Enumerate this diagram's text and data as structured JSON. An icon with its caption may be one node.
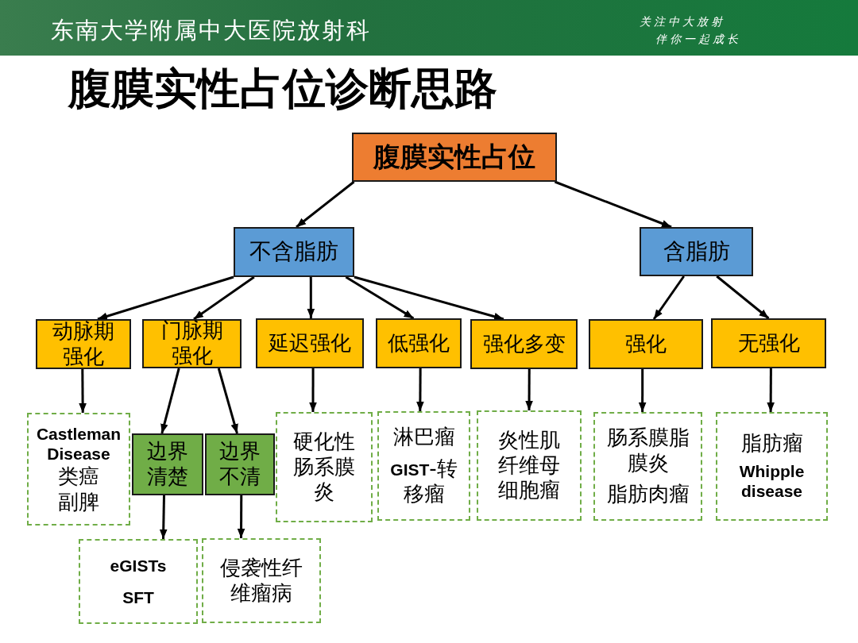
{
  "diagram": {
    "title": "腹膜实性占位诊断思路",
    "nodes": [
      {
        "text": [
          "腹膜实性占位"
        ]
      },
      {
        "text": [
          "不含脂肪"
        ]
      },
      {
        "text": [
          "含脂肪"
        ]
      },
      {
        "text": [
          "动脉期强化"
        ]
      },
      {
        "text": [
          "门脉期强化"
        ]
      },
      {
        "text": [
          "延迟强化"
        ]
      },
      {
        "text": [
          "低强化"
        ]
      },
      {
        "text": [
          "强化多变"
        ]
      },
      {
        "text": [
          "强化"
        ]
      },
      {
        "text": [
          "无强化"
        ]
      },
      {
        "text": [
          "Castleman Disease",
          "类癌",
          "副脾"
        ]
      },
      {
        "text": [
          "边界清楚"
        ]
      },
      {
        "text": [
          "边界不清"
        ]
      },
      {
        "text": [
          "硬化性肠系膜炎"
        ]
      },
      {
        "text": [
          "淋巴瘤",
          "**GIST**-转移瘤"
        ]
      },
      {
        "text": [
          "炎性肌纤维母细胞瘤"
        ]
      },
      {
        "text": [
          "肠系膜脂膜炎",
          "脂肪肉瘤"
        ]
      },
      {
        "text": [
          "脂肪瘤",
          "Whipple disease"
        ]
      },
      {
        "text": [
          "eGISTs",
          "SFT"
        ]
      },
      {
        "text": [
          "侵袭性纤维瘤病"
        ]
      }
    ],
    "edges": [
      {
        "from": 0,
        "to": 1,
        "arrow": "to"
      },
      {
        "from": 0,
        "to": 2,
        "arrow": "to"
      },
      {
        "from": 1,
        "to": 3,
        "arrow": "to"
      },
      {
        "from": 1,
        "to": 4,
        "arrow": "to"
      },
      {
        "from": 1,
        "to": 5,
        "arrow": "to"
      },
      {
        "from": 1,
        "to": 6,
        "arrow": "to"
      },
      {
        "from": 1,
        "to": 7,
        "arrow": "to"
      },
      {
        "from": 2,
        "to": 8,
        "arrow": "to"
      },
      {
        "from": 2,
        "to": 9,
        "arrow": "to"
      },
      {
        "from": 3,
        "to": 10,
        "arrow": "to"
      },
      {
        "from": 4,
        "to": 11,
        "arrow": "to"
      },
      {
        "from": 4,
        "to": 12,
        "arrow": "to"
      },
      {
        "from": 5,
        "to": 13,
        "arrow": "to"
      },
      {
        "from": 6,
        "to": 14,
        "arrow": "to"
      },
      {
        "from": 7,
        "to": 15,
        "arrow": "to"
      },
      {
        "from": 8,
        "to": 16,
        "arrow": "to"
      },
      {
        "from": 9,
        "to": 17,
        "arrow": "to"
      },
      {
        "from": 11,
        "to": 18,
        "arrow": "to"
      },
      {
        "from": 12,
        "to": 19,
        "arrow": "to"
      }
    ],
    "labels": [
      "东南大学附属中大医院放射科",
      "关注中大放射",
      "伴你一起成长"
    ]
  }
}
